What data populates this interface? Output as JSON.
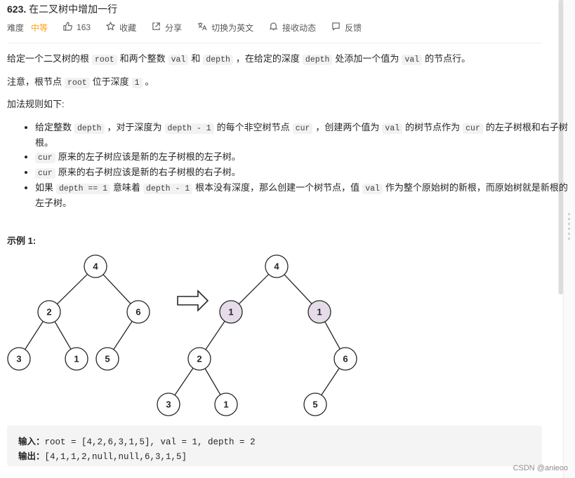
{
  "problem": {
    "number": "623.",
    "title": "在二叉树中增加一行"
  },
  "meta": {
    "difficulty_label": "难度",
    "difficulty_value": "中等",
    "likes": "163",
    "favorite": "收藏",
    "share": "分享",
    "switch_lang": "切换为英文",
    "follow": "接收动态",
    "feedback": "反馈",
    "icons": [
      "thumbs-up-icon",
      "star-icon",
      "share-icon",
      "translate-icon",
      "bell-icon",
      "feedback-icon"
    ]
  },
  "description": {
    "p1_a": "给定一个二叉树的根",
    "p1_root": "root",
    "p1_b": "和两个整数",
    "p1_val": "val",
    "p1_c": "和",
    "p1_depth": "depth",
    "p1_d": "，在给定的深度",
    "p1_depth2": "depth",
    "p1_e": "处添加一个值为",
    "p1_val2": "val",
    "p1_f": "的节点行。",
    "p2_a": "注意，根节点",
    "p2_root": "root",
    "p2_b": "位于深度",
    "p2_one": "1",
    "p2_c": "。",
    "p3": "加法规则如下:"
  },
  "rules": {
    "r1_a": "给定整数",
    "r1_depth": "depth",
    "r1_b": "，对于深度为",
    "r1_expr": "depth - 1",
    "r1_c": "的每个非空树节点",
    "r1_cur": "cur",
    "r1_d": "，创建两个值为",
    "r1_val": "val",
    "r1_e": "的树节点作为",
    "r1_cur2": "cur",
    "r1_f": "的左子树根和右子树根。",
    "r2_cur": "cur",
    "r2_text": "原来的左子树应该是新的左子树根的左子树。",
    "r3_cur": "cur",
    "r3_text": "原来的右子树应该是新的右子树根的右子树。",
    "r4_a": "如果",
    "r4_expr": "depth == 1",
    "r4_b": "意味着",
    "r4_expr2": "depth - 1",
    "r4_c": "根本没有深度，那么创建一个树节点，值",
    "r4_val": "val",
    "r4_d": "作为整个原始树的新根，而原始树就是新根的左子树。"
  },
  "example": {
    "title": "示例 1:",
    "tree_before": [
      "4",
      "2",
      "6",
      "3",
      "1",
      "5"
    ],
    "tree_after": [
      "4",
      "1",
      "1",
      "2",
      "6",
      "3",
      "1",
      "5"
    ],
    "highlight_color": "#e5dbe9",
    "input_label": "输入：",
    "input_value": "root = [4,2,6,3,1,5], val = 1, depth = 2",
    "output_label": "输出：",
    "output_value": "[4,1,1,2,null,null,6,3,1,5]"
  },
  "watermark": "CSDN @anieoo"
}
